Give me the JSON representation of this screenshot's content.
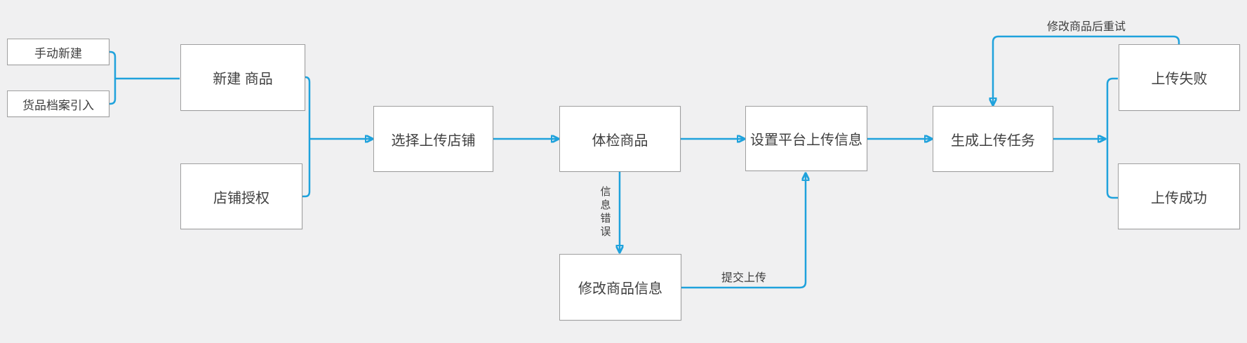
{
  "diagram": {
    "type": "flowchart",
    "colors": {
      "background": "#F0F0F1",
      "node_fill": "#FFFFFF",
      "node_border": "#9F9F9F",
      "text_color": "#3F3F3F",
      "connector_accent": "#1FA2DC"
    },
    "nodes": {
      "manual_create": {
        "label": "手动新建"
      },
      "goods_archive_import": {
        "label": "货品档案引入"
      },
      "create_product": {
        "label": "新建 商品"
      },
      "shop_authorization": {
        "label": "店铺授权"
      },
      "select_upload_shop": {
        "label": "选择上传店铺"
      },
      "inspect_product": {
        "label": "体检商品"
      },
      "set_platform_upload_info": {
        "label": "设置平台上传信息"
      },
      "generate_upload_task": {
        "label": "生成上传任务"
      },
      "upload_failed": {
        "label": "上传失败"
      },
      "upload_success": {
        "label": "上传成功"
      },
      "modify_product_info": {
        "label": "修改商品信息"
      }
    },
    "edge_labels": {
      "info_error": "信息错误",
      "submit_upload": "提交上传",
      "retry_after_modify": "修改商品后重试"
    },
    "edges": [
      {
        "from": "manual_create",
        "to": "create_product"
      },
      {
        "from": "goods_archive_import",
        "to": "create_product"
      },
      {
        "from": "create_product",
        "to": "select_upload_shop"
      },
      {
        "from": "shop_authorization",
        "to": "select_upload_shop"
      },
      {
        "from": "select_upload_shop",
        "to": "inspect_product"
      },
      {
        "from": "inspect_product",
        "to": "set_platform_upload_info"
      },
      {
        "from": "set_platform_upload_info",
        "to": "generate_upload_task"
      },
      {
        "from": "generate_upload_task",
        "to": "upload_failed"
      },
      {
        "from": "generate_upload_task",
        "to": "upload_success"
      },
      {
        "from": "inspect_product",
        "to": "modify_product_info",
        "label": "信息错误"
      },
      {
        "from": "modify_product_info",
        "to": "set_platform_upload_info",
        "label": "提交上传"
      },
      {
        "from": "upload_failed",
        "to": "generate_upload_task",
        "label": "修改商品后重试"
      }
    ]
  }
}
